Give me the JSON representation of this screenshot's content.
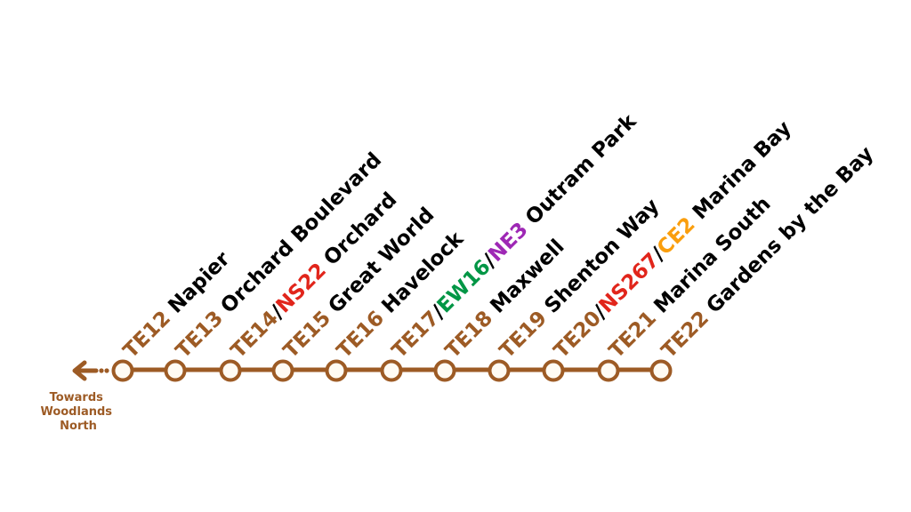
{
  "colors": {
    "line": "#9D5B25",
    "ns": "#E1251B",
    "ew": "#009645",
    "ne": "#9E28B5",
    "ce": "#FA9E0D",
    "station_fill": "#FFFBF3"
  },
  "direction": {
    "lines": [
      "Towards",
      "Woodlands",
      "North"
    ],
    "icon": "arrow-left-icon"
  },
  "stations": [
    {
      "parts": [
        {
          "t": "TE12",
          "c": "line"
        },
        {
          "t": " Napier",
          "c": "text"
        }
      ]
    },
    {
      "parts": [
        {
          "t": "TE13",
          "c": "line"
        },
        {
          "t": " Orchard Boulevard",
          "c": "text"
        }
      ]
    },
    {
      "parts": [
        {
          "t": "TE14",
          "c": "line"
        },
        {
          "t": "/",
          "c": "text"
        },
        {
          "t": "NS22",
          "c": "ns"
        },
        {
          "t": " Orchard",
          "c": "text"
        }
      ]
    },
    {
      "parts": [
        {
          "t": "TE15",
          "c": "line"
        },
        {
          "t": " Great World",
          "c": "text"
        }
      ]
    },
    {
      "parts": [
        {
          "t": "TE16",
          "c": "line"
        },
        {
          "t": " Havelock",
          "c": "text"
        }
      ]
    },
    {
      "parts": [
        {
          "t": "TE17",
          "c": "line"
        },
        {
          "t": "/",
          "c": "text"
        },
        {
          "t": "EW16",
          "c": "ew"
        },
        {
          "t": "/",
          "c": "text"
        },
        {
          "t": "NE3",
          "c": "ne"
        },
        {
          "t": " Outram Park",
          "c": "text"
        }
      ]
    },
    {
      "parts": [
        {
          "t": "TE18",
          "c": "line"
        },
        {
          "t": " Maxwell",
          "c": "text"
        }
      ]
    },
    {
      "parts": [
        {
          "t": "TE19",
          "c": "line"
        },
        {
          "t": " Shenton Way",
          "c": "text"
        }
      ]
    },
    {
      "parts": [
        {
          "t": "TE20",
          "c": "line"
        },
        {
          "t": "/",
          "c": "text"
        },
        {
          "t": "NS267",
          "c": "ns"
        },
        {
          "t": "/",
          "c": "text"
        },
        {
          "t": "CE2",
          "c": "ce"
        },
        {
          "t": " Marina Bay",
          "c": "text"
        }
      ]
    },
    {
      "parts": [
        {
          "t": "TE21",
          "c": "line"
        },
        {
          "t": " Marina South",
          "c": "text"
        }
      ]
    },
    {
      "parts": [
        {
          "t": "TE22",
          "c": "line"
        },
        {
          "t": " Gardens by the Bay",
          "c": "text"
        }
      ]
    }
  ]
}
